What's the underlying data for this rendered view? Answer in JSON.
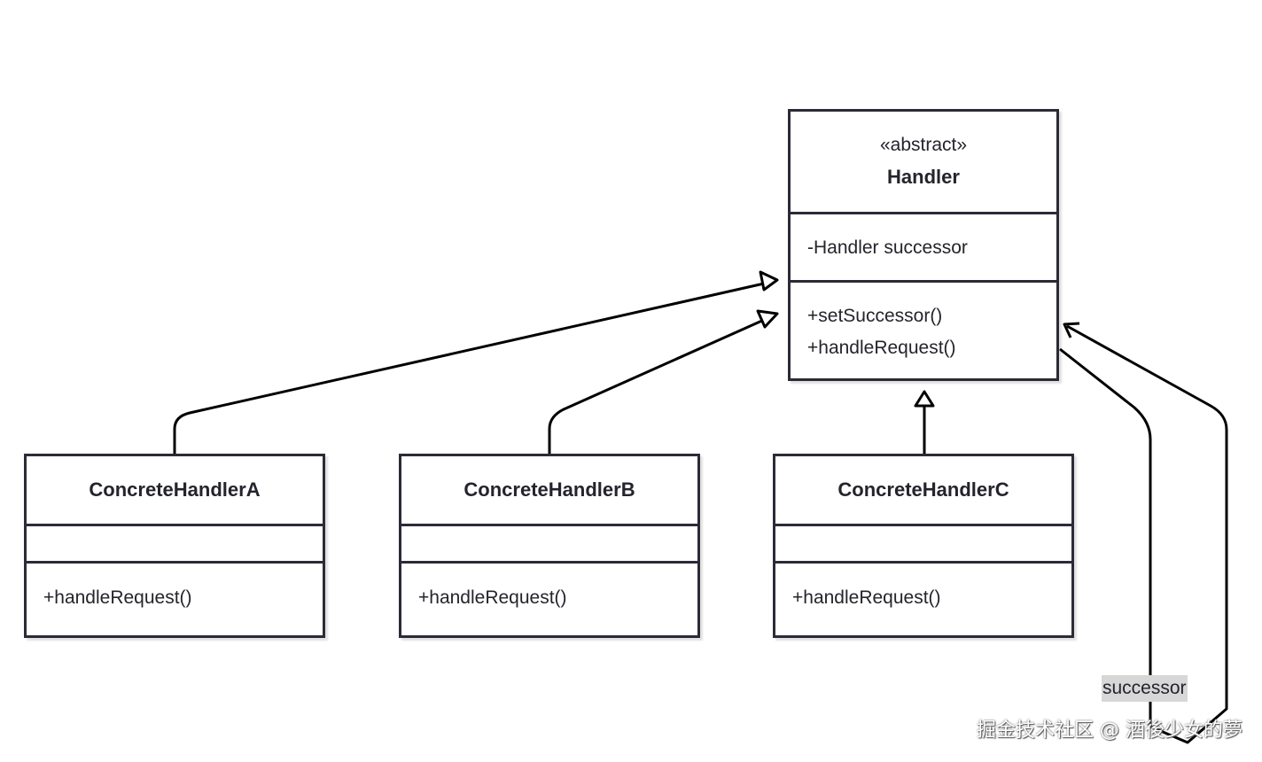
{
  "handler": {
    "stereotype": "«abstract»",
    "name": "Handler",
    "attributes": [
      "-Handler successor"
    ],
    "methods": [
      "+setSuccessor()",
      "+handleRequest()"
    ]
  },
  "concrete_a": {
    "name": "ConcreteHandlerA",
    "methods": [
      "+handleRequest()"
    ]
  },
  "concrete_b": {
    "name": "ConcreteHandlerB",
    "methods": [
      "+handleRequest()"
    ]
  },
  "concrete_c": {
    "name": "ConcreteHandlerC",
    "methods": [
      "+handleRequest()"
    ]
  },
  "association": {
    "label": "successor"
  },
  "watermark": "掘金技术社区 @ 酒後少女的夢"
}
